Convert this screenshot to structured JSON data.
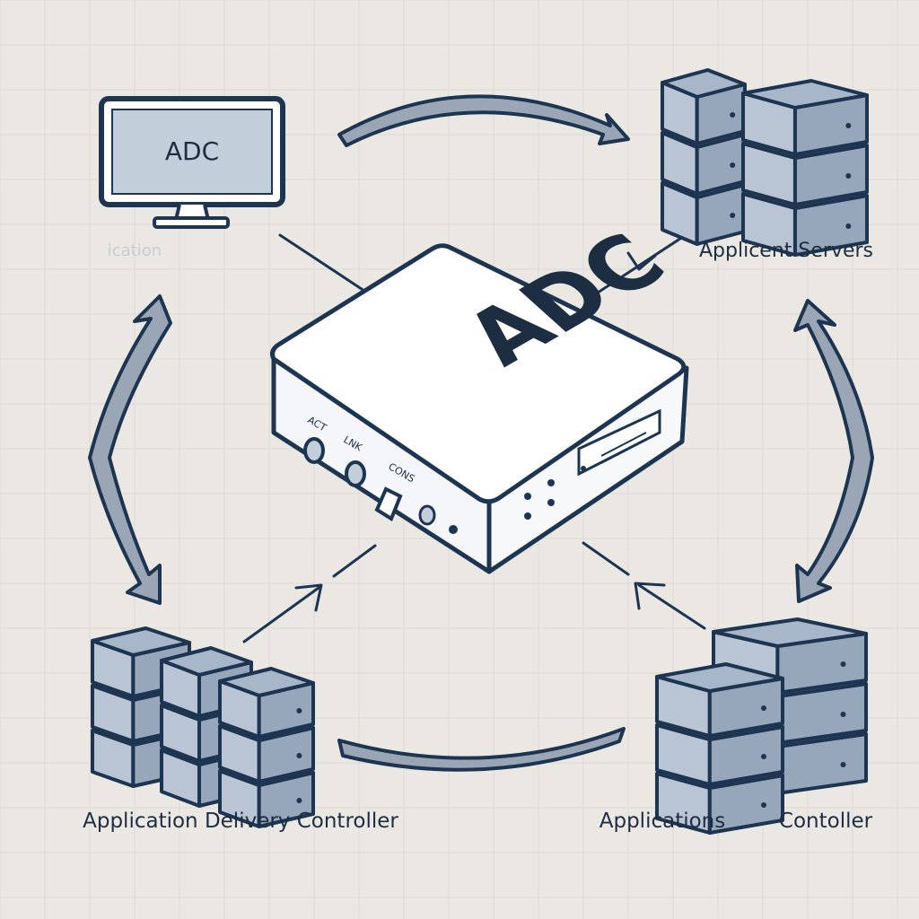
{
  "colors": {
    "background": "#ebe8e3",
    "outline": "#1d3550",
    "server_top": "#a7b6c9",
    "server_front": "#b9c5d4",
    "server_side": "#96a6bb",
    "device_body": "#ffffff",
    "arrow_fill": "#9aa6b6"
  },
  "monitor": {
    "screen_text": "ADC",
    "caption": "ication"
  },
  "top_right": {
    "label": "Applicent Servers"
  },
  "device": {
    "title": "ADC",
    "port_labels": [
      "ACT",
      "LNK",
      "CONS"
    ]
  },
  "bottom_left": {
    "label": "Application Delivery Controller"
  },
  "bottom_right": {
    "label_left": "Applications",
    "label_right": "Contoller"
  }
}
